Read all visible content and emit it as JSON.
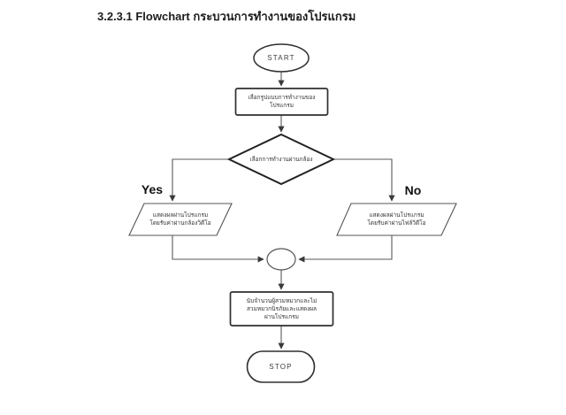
{
  "page": {
    "title": "3.2.3.1 Flowchart กระบวนการทำงานของโปรแกรม"
  },
  "flowchart": {
    "start": {
      "label": "START"
    },
    "process_select": {
      "line1": "เลือกรูปแบบการทำงานของ",
      "line2": "โปรแกรม"
    },
    "decision_camera": {
      "label": "เลือกการทำงานผ่านกล้อง",
      "yes": "Yes",
      "no": "No"
    },
    "io_camera": {
      "line1": "แสดงผลผ่านโปรแกรม",
      "line2": "โดยรับค่าผ่านกล้องวิดีโอ"
    },
    "io_file": {
      "line1": "แสดงผลผ่านโปรแกรม",
      "line2": "โดยรับค่าผ่านไฟล์วิดีโอ"
    },
    "process_count": {
      "line1": "นับจำนวนผู้สวมหมวกและไม่",
      "line2": "สวมหมวกนิรภัยและแสดงผล",
      "line3": "ผ่านโปรแกรม"
    },
    "stop": {
      "label": "STOP"
    }
  },
  "colors": {
    "background": "#ffffff",
    "shape_fill": "#ffffff",
    "shape_border": "#2e2e2e",
    "connector": "#5a5a5a",
    "label_text": "#333333",
    "title_text": "#1c1c1c"
  }
}
